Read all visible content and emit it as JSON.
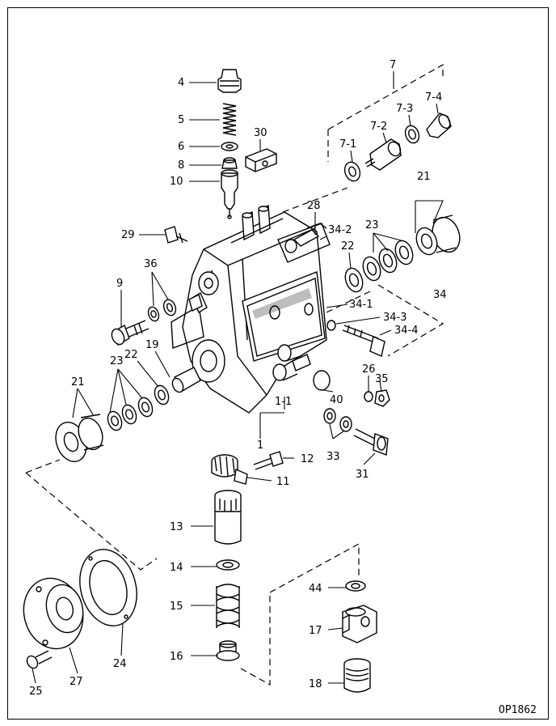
{
  "drawing_code": "OP1862",
  "callouts": [
    {
      "id": "c4",
      "text": "4"
    },
    {
      "id": "c5",
      "text": "5"
    },
    {
      "id": "c6",
      "text": "6"
    },
    {
      "id": "c8",
      "text": "8"
    },
    {
      "id": "c10",
      "text": "10"
    },
    {
      "id": "c30",
      "text": "30"
    },
    {
      "id": "c7",
      "text": "7"
    },
    {
      "id": "c7_1",
      "text": "7-1"
    },
    {
      "id": "c7_2",
      "text": "7-2"
    },
    {
      "id": "c7_3",
      "text": "7-3"
    },
    {
      "id": "c7_4",
      "text": "7-4"
    },
    {
      "id": "c21a",
      "text": "21"
    },
    {
      "id": "c23a",
      "text": "23"
    },
    {
      "id": "c22a",
      "text": "22"
    },
    {
      "id": "c28",
      "text": "28"
    },
    {
      "id": "c29",
      "text": "29"
    },
    {
      "id": "c34_2",
      "text": "34-2"
    },
    {
      "id": "c36",
      "text": "36"
    },
    {
      "id": "c9",
      "text": "9"
    },
    {
      "id": "c34",
      "text": "34"
    },
    {
      "id": "c34_1",
      "text": "34-1"
    },
    {
      "id": "c34_3",
      "text": "34-3"
    },
    {
      "id": "c34_4",
      "text": "34-4"
    },
    {
      "id": "c23b",
      "text": "23"
    },
    {
      "id": "c22b",
      "text": "22"
    },
    {
      "id": "c19",
      "text": "19"
    },
    {
      "id": "c21b",
      "text": "21"
    },
    {
      "id": "c26",
      "text": "26"
    },
    {
      "id": "c35",
      "text": "35"
    },
    {
      "id": "c1_1",
      "text": "1-1"
    },
    {
      "id": "c40",
      "text": "40"
    },
    {
      "id": "c1",
      "text": "1"
    },
    {
      "id": "c33",
      "text": "33"
    },
    {
      "id": "c31",
      "text": "31"
    },
    {
      "id": "c12",
      "text": "12"
    },
    {
      "id": "c11",
      "text": "11"
    },
    {
      "id": "c13",
      "text": "13"
    },
    {
      "id": "c14",
      "text": "14"
    },
    {
      "id": "c15",
      "text": "15"
    },
    {
      "id": "c16",
      "text": "16"
    },
    {
      "id": "c44",
      "text": "44"
    },
    {
      "id": "c17",
      "text": "17"
    },
    {
      "id": "c18",
      "text": "18"
    },
    {
      "id": "c24",
      "text": "24"
    },
    {
      "id": "c27",
      "text": "27"
    },
    {
      "id": "c25",
      "text": "25"
    }
  ]
}
